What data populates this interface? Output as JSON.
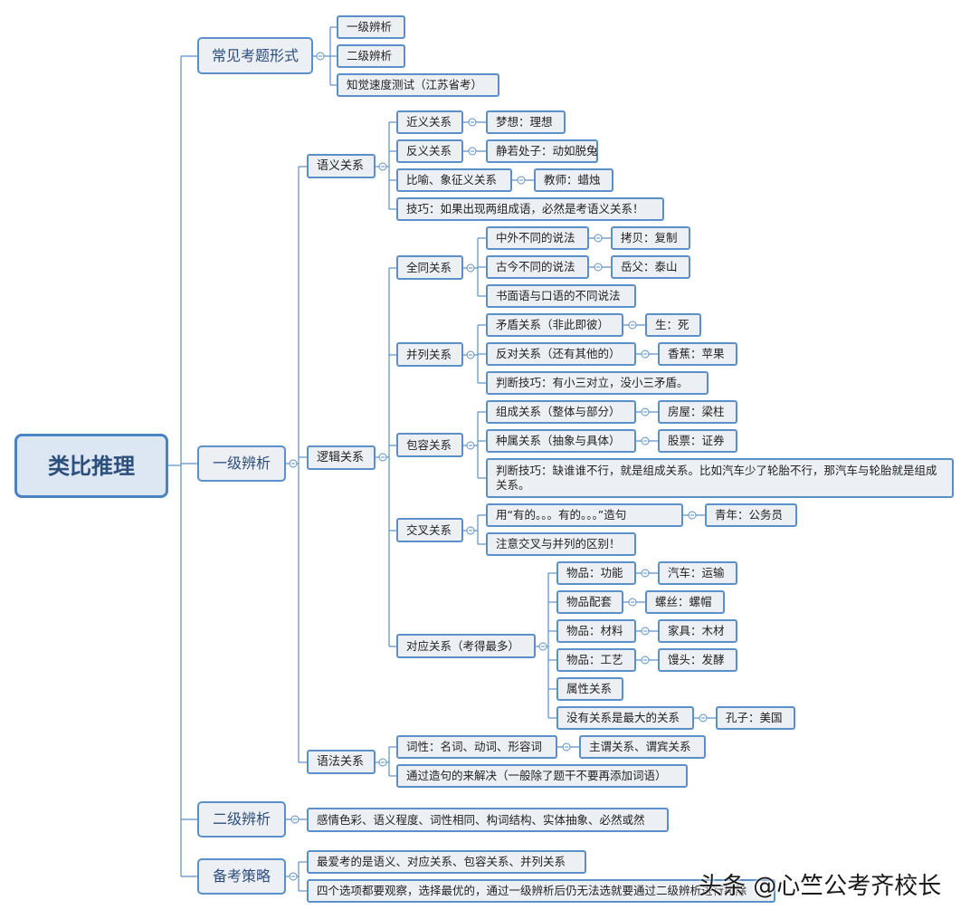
{
  "root": {
    "label": "类比推理"
  },
  "branches": {
    "common_forms": {
      "label": "常见考题形式",
      "items": [
        "一级辨析",
        "二级辨析",
        "知觉速度测试（江苏省考）"
      ]
    },
    "level1": {
      "label": "一级辨析",
      "semantic": {
        "label": "语义关系",
        "synonym": {
          "label": "近义关系",
          "example": "梦想：理想"
        },
        "antonym": {
          "label": "反义关系",
          "example": "静若处子：动如脱兔"
        },
        "metaphor": {
          "label": "比喻、象征义关系",
          "example": "教师：蜡烛"
        },
        "tip": "技巧：如果出现两组成语，必然是考语义关系！"
      },
      "logic": {
        "label": "逻辑关系",
        "identical": {
          "label": "全同关系",
          "a": {
            "label": "中外不同的说法",
            "example": "拷贝：复制"
          },
          "b": {
            "label": "古今不同的说法",
            "example": "岳父：泰山"
          },
          "c": "书面语与口语的不同说法"
        },
        "parallel": {
          "label": "并列关系",
          "a": {
            "label": "矛盾关系（非此即彼）",
            "example": "生：死"
          },
          "b": {
            "label": "反对关系（还有其他的）",
            "example": "香蕉：苹果"
          },
          "tip": "判断技巧：有小三对立，没小三矛盾。"
        },
        "inclusion": {
          "label": "包容关系",
          "a": {
            "label": "组成关系（整体与部分）",
            "example": "房屋：梁柱"
          },
          "b": {
            "label": "种属关系（抽象与具体）",
            "example": "股票：证券"
          },
          "tip": "判断技巧：缺谁谁不行，就是组成关系。比如汽车少了轮胎不行，那汽车与轮胎就是组成关系。"
        },
        "cross": {
          "label": "交叉关系",
          "a": {
            "label": "用“有的。。。有的。。。”造句",
            "example": "青年：公务员"
          },
          "tip": "注意交叉与并列的区别！"
        },
        "correspond": {
          "label": "对应关系（考得最多）",
          "items": [
            {
              "label": "物品：功能",
              "example": "汽车：运输"
            },
            {
              "label": "物品配套",
              "example": "螺丝：螺帽"
            },
            {
              "label": "物品：材料",
              "example": "家具：木材"
            },
            {
              "label": "物品：工艺",
              "example": "馒头：发酵"
            },
            {
              "label": "属性关系",
              "example": ""
            },
            {
              "label": "没有关系是最大的关系",
              "example": "孔子：美国"
            }
          ]
        }
      },
      "grammar": {
        "label": "语法关系",
        "pos": {
          "label": "词性：名词、动词、形容词",
          "example": "主谓关系、谓宾关系"
        },
        "tip": "通过造句的来解决（一般除了题干不要再添加词语）"
      }
    },
    "level2": {
      "label": "二级辨析",
      "content": "感情色彩、语义程度、词性相同、构词结构、实体抽象、必然或然"
    },
    "strategy": {
      "label": "备考策略",
      "items": [
        "最爱考的是语义、对应关系、包容关系、并列关系",
        "四个选项都要观察，选择最优的，通过一级辨析后仍无法选就要通过二级辨析进行排除"
      ]
    }
  },
  "watermark": "头条 @心竺公考齐校长",
  "colors": {
    "border": "#5b8fc7",
    "fill": "#eceff4",
    "root_fill": "#dde6f3",
    "line": "#5b8fc7"
  }
}
